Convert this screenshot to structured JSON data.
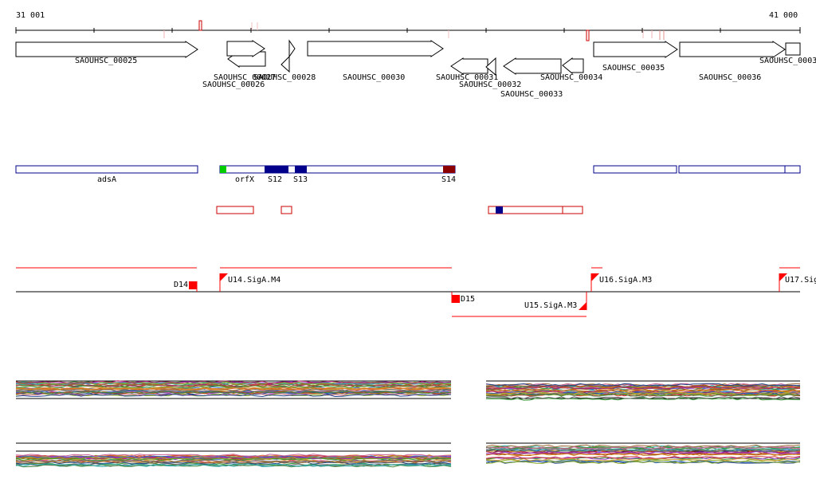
{
  "axis": {
    "start_label": "31 001",
    "end_label": "41 000"
  },
  "genes": [
    {
      "name": "SAOUHSC_00025",
      "strand": "+"
    },
    {
      "name": "SAOUHSC_00026",
      "strand": "-"
    },
    {
      "name": "SAOUHSC_00027",
      "strand": "+"
    },
    {
      "name": "SAOUHSC_00028",
      "strand": "+"
    },
    {
      "name": "SAOUHSC_00030",
      "strand": "+"
    },
    {
      "name": "SAOUHSC_00031",
      "strand": "-"
    },
    {
      "name": "SAOUHSC_00032",
      "strand": "-"
    },
    {
      "name": "SAOUHSC_00033",
      "strand": "-"
    },
    {
      "name": "SAOUHSC_00034",
      "strand": "-"
    },
    {
      "name": "SAOUHSC_00035",
      "strand": "+"
    },
    {
      "name": "SAOUHSC_00036",
      "strand": "+"
    },
    {
      "name": "SAOUHSC_0003",
      "strand": "+"
    }
  ],
  "segments": [
    {
      "name": "adsA",
      "color": "#00008b"
    },
    {
      "name": "orfX",
      "color": "#00cc00"
    },
    {
      "name": "S12",
      "color": "#00008b"
    },
    {
      "name": "S13",
      "color": "#00008b"
    },
    {
      "name": "S14",
      "color": "#8b0000"
    }
  ],
  "regulatory": [
    {
      "name": "D14",
      "color": "#ff0000"
    },
    {
      "name": "U14.SigA.M4",
      "color": "#ff0000"
    },
    {
      "name": "D15",
      "color": "#ff0000"
    },
    {
      "name": "U15.SigA.M3",
      "color": "#ff0000"
    },
    {
      "name": "U16.SigA.M3",
      "color": "#ff0000"
    },
    {
      "name": "U17.Sig",
      "color": "#ff0000"
    }
  ],
  "colors": {
    "gene_outline": "#000000",
    "segment_outline": "#00008b",
    "signal_red": "#ff0000",
    "accent_dark_red": "#8b0000"
  }
}
